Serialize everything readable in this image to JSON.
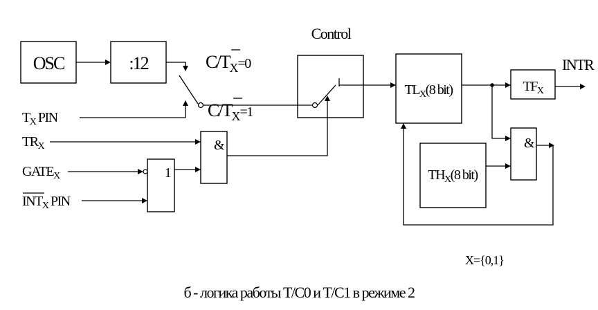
{
  "blocks": {
    "osc": "OSC",
    "divider": ":12",
    "control": "Control",
    "tl": {
      "main": "TL",
      "sub": "X",
      "rest": "(8 bit)"
    },
    "th": {
      "main": "TH",
      "sub": "X",
      "rest": "(8 bit)"
    },
    "tf": {
      "main": "TF",
      "sub": "X"
    },
    "and_top": "&",
    "and_bottom": "&",
    "or_gate": "1"
  },
  "labels": {
    "intr": "INTR",
    "ct0": {
      "c": "C/",
      "t": "T",
      "sub": "X",
      "val": "=0"
    },
    "ct1": {
      "c": "C/",
      "t": "T",
      "sub": "X",
      "val": "=1"
    },
    "tx_pin": {
      "main": "T",
      "sub": "X",
      "rest": " PIN"
    },
    "tr": {
      "main": "TR",
      "sub": "X"
    },
    "gate": {
      "main": "GATE",
      "sub": "X"
    },
    "int_pin": {
      "main": "INT",
      "sub": "X",
      "rest": " PIN"
    },
    "x_set": "X={0,1}"
  },
  "caption": "б - логика работы T/C0 и T/C1 в режиме 2"
}
